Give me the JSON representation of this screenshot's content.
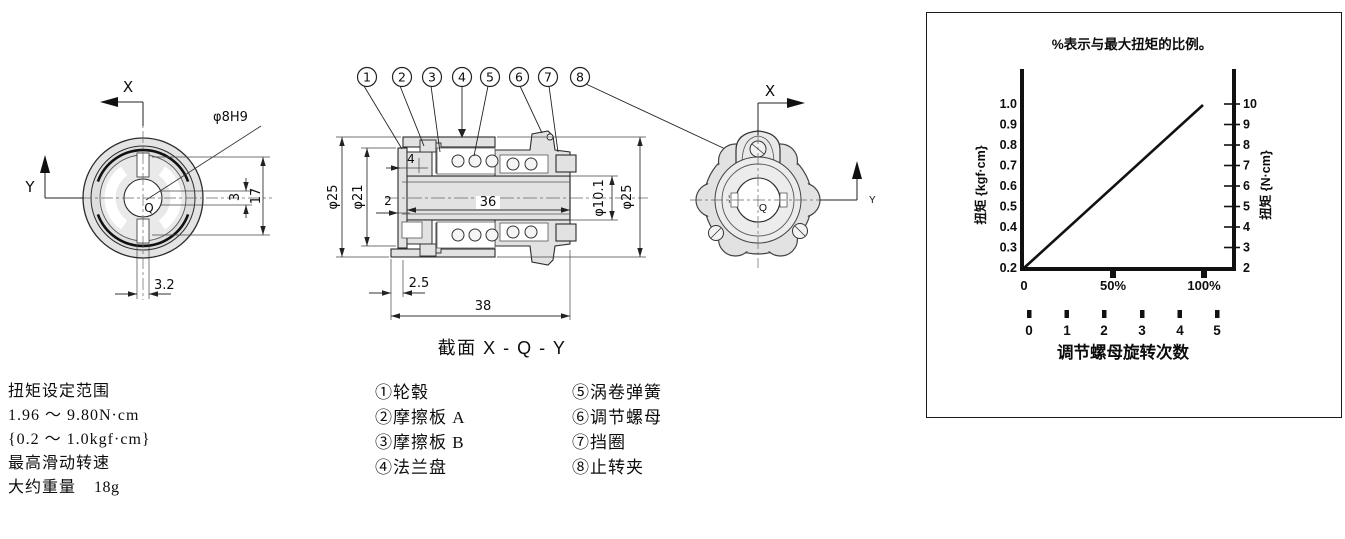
{
  "drawings": {
    "left_view": {
      "axis_x": "X",
      "axis_y": "Y",
      "center": "Q",
      "dims": {
        "bore": "φ8H9",
        "width_17": "17",
        "key_3": "3",
        "slot_3_2": "3.2"
      }
    },
    "section": {
      "title": "截面 X - Q - Y",
      "dims": {
        "od_left": "φ25",
        "id_flange": "φ21",
        "offset_4": "4",
        "thickness_2": "2",
        "length_36": "36",
        "bore": "φ10.1",
        "od_right": "φ25",
        "offset_2_5": "2.5",
        "length_38": "38"
      }
    },
    "right_view": {
      "axis_x": "X",
      "axis_y": "Y",
      "center": "Q"
    }
  },
  "parts": [
    {
      "num": "1",
      "circled": "①",
      "label": "轮毂"
    },
    {
      "num": "2",
      "circled": "②",
      "label": "摩擦板 A"
    },
    {
      "num": "3",
      "circled": "③",
      "label": "摩擦板 B"
    },
    {
      "num": "4",
      "circled": "④",
      "label": "法兰盘"
    },
    {
      "num": "5",
      "circled": "⑤",
      "label": "涡卷弹簧"
    },
    {
      "num": "6",
      "circled": "⑥",
      "label": "调节螺母"
    },
    {
      "num": "7",
      "circled": "⑦",
      "label": "挡圈"
    },
    {
      "num": "8",
      "circled": "⑧",
      "label": "止转夹"
    }
  ],
  "specs": {
    "torque_range_title": "扭矩设定范围",
    "torque_range_si": "1.96 ～ 9.80N·cm",
    "torque_range_metric": "{0.2 ～ 1.0kgf·cm}",
    "max_slip_speed_label": "最高滑动转速",
    "weight_label": "大约重量",
    "weight_value": "18g"
  },
  "chart_data": {
    "type": "line",
    "title": "%表示与最大扭矩的比例。",
    "y_left": {
      "label": "扭矩 {kgf·cm}",
      "tick_labels": [
        "1.0",
        "0.9",
        "0.8",
        "0.7",
        "0.6",
        "0.5",
        "0.4",
        "0.3",
        "0.2"
      ],
      "range": [
        0.2,
        1.0
      ]
    },
    "y_right": {
      "label": "扭矩 {N·cm}",
      "tick_labels": [
        "10",
        "9",
        "8",
        "7",
        "6",
        "5",
        "4",
        "3",
        "2"
      ],
      "range": [
        2,
        10
      ]
    },
    "x_bottom": {
      "tick_labels": [
        "0",
        "50%",
        "100%"
      ],
      "range_percent": [
        0,
        100
      ]
    },
    "x_secondary": {
      "label": "调节螺母旋转次数",
      "tick_labels": [
        "0",
        "1",
        "2",
        "3",
        "4",
        "5"
      ]
    },
    "series": [
      {
        "name": "torque-vs-adjustment",
        "x_percent": [
          0,
          100
        ],
        "y_kgf_cm": [
          0.2,
          1.0
        ],
        "y_N_cm": [
          2,
          10
        ]
      }
    ],
    "grid": false,
    "legend_position": "none"
  }
}
